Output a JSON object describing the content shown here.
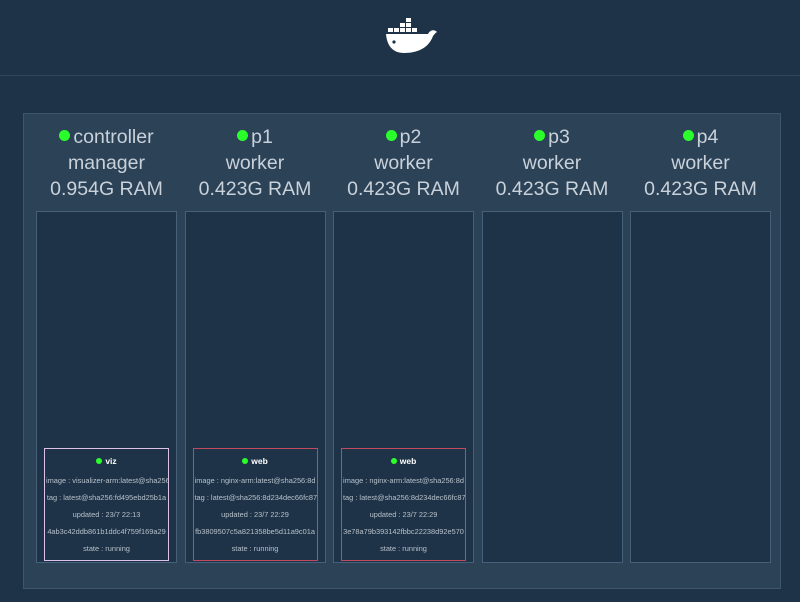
{
  "colors": {
    "background": "#1e3347",
    "panel": "#2b4257",
    "status_up": "#2bff2b",
    "task_border_default": "#c34a5e",
    "task_border_viz": "#dcc2ea"
  },
  "header": {
    "logo_icon": "docker-whale-icon"
  },
  "nodes": [
    {
      "name": "controller",
      "role": "manager",
      "ram": "0.954G RAM",
      "tasks": [
        {
          "name": "viz",
          "image": "image : visualizer-arm:latest@sha256",
          "tag": "tag : latest@sha256:fd495ebd25b1a",
          "updated": "updated : 23/7 22:13",
          "id": "4ab3c42ddb861b1ddc4f759f169a29",
          "state": "state : running"
        }
      ]
    },
    {
      "name": "p1",
      "role": "worker",
      "ram": "0.423G RAM",
      "tasks": [
        {
          "name": "web",
          "image": "image : nginx-arm:latest@sha256:8d",
          "tag": "tag : latest@sha256:8d234dec66fc87",
          "updated": "updated : 23/7 22:29",
          "id": "fb3809507c5a821358be5d11a9c01a",
          "state": "state : running"
        }
      ]
    },
    {
      "name": "p2",
      "role": "worker",
      "ram": "0.423G RAM",
      "tasks": [
        {
          "name": "web",
          "image": "image : nginx-arm:latest@sha256:8d",
          "tag": "tag : latest@sha256:8d234dec66fc87",
          "updated": "updated : 23/7 22:29",
          "id": "3e78a79b393142fbbc22238d92e570",
          "state": "state : running"
        }
      ]
    },
    {
      "name": "p3",
      "role": "worker",
      "ram": "0.423G RAM",
      "tasks": []
    },
    {
      "name": "p4",
      "role": "worker",
      "ram": "0.423G RAM",
      "tasks": []
    }
  ]
}
